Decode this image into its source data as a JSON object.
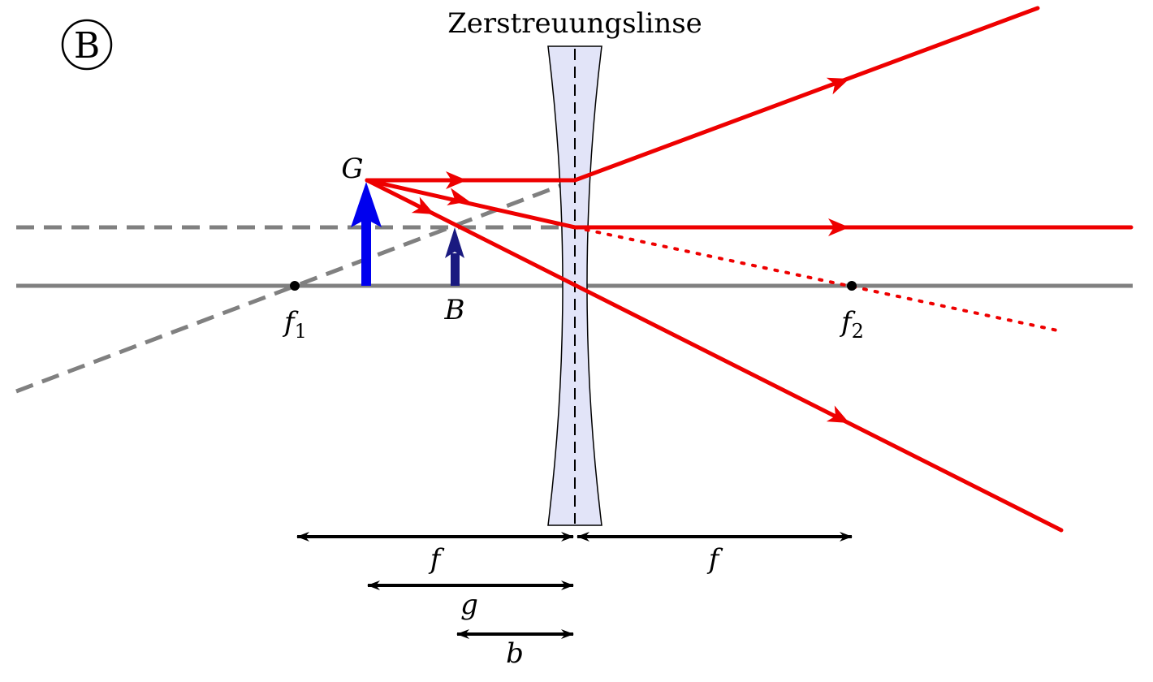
{
  "badge": "B",
  "lens": {
    "title": "Zerstreuungslinse"
  },
  "labels": {
    "object": "G",
    "image": "B",
    "focus_left": "f",
    "focus_left_sub": "1",
    "focus_right": "f",
    "focus_right_sub": "2"
  },
  "dimensions": {
    "f_left": "f",
    "f_right": "f",
    "g": "g",
    "b": "b"
  },
  "colors": {
    "ray": "#ee0000",
    "axis": "#808080",
    "object_arrow": "#0000ee",
    "image_arrow": "#1a1a80",
    "lens_fill": "#e2e4f8"
  }
}
